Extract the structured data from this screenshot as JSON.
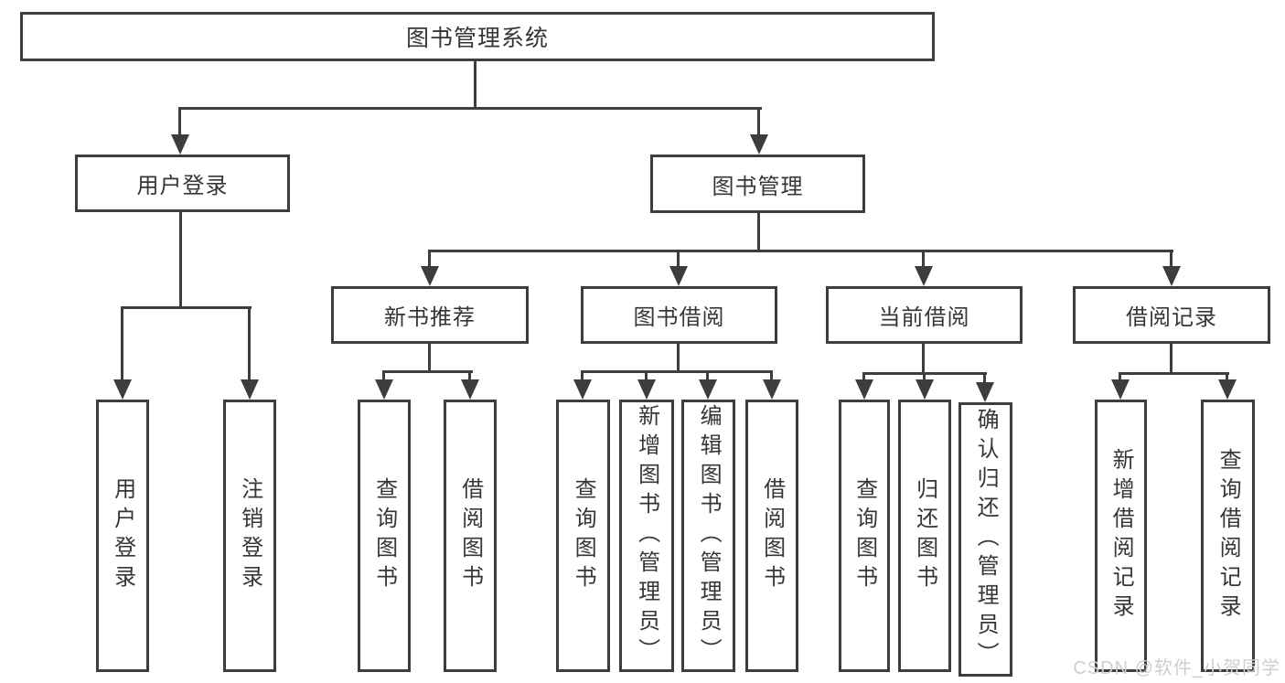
{
  "diagram": {
    "root": {
      "label": "图书管理系统"
    },
    "level2": [
      {
        "label": "用户登录"
      },
      {
        "label": "图书管理"
      }
    ],
    "level3": [
      {
        "label": "新书推荐"
      },
      {
        "label": "图书借阅"
      },
      {
        "label": "当前借阅"
      },
      {
        "label": "借阅记录"
      }
    ],
    "leaves": {
      "user_login": [
        {
          "label": "用户登录"
        },
        {
          "label": "注销登录"
        }
      ],
      "new_book": [
        {
          "label": "查询图书"
        },
        {
          "label": "借阅图书"
        }
      ],
      "book_borrow": [
        {
          "label": "查询图书"
        },
        {
          "label": "新增图书（管理员）"
        },
        {
          "label": "编辑图书（管理员）"
        },
        {
          "label": "借阅图书"
        }
      ],
      "current_borrow": [
        {
          "label": "查询图书"
        },
        {
          "label": "归还图书"
        },
        {
          "label": "确认归还（管理员）"
        }
      ],
      "borrow_record": [
        {
          "label": "新增借阅记录"
        },
        {
          "label": "查询借阅记录"
        }
      ]
    }
  },
  "watermark": {
    "text": "CSDN @软件_小贺同学"
  },
  "colors": {
    "line": "#3d3d3d",
    "text": "#363636",
    "background": "#ffffff",
    "watermark": "#cdcfd2"
  }
}
